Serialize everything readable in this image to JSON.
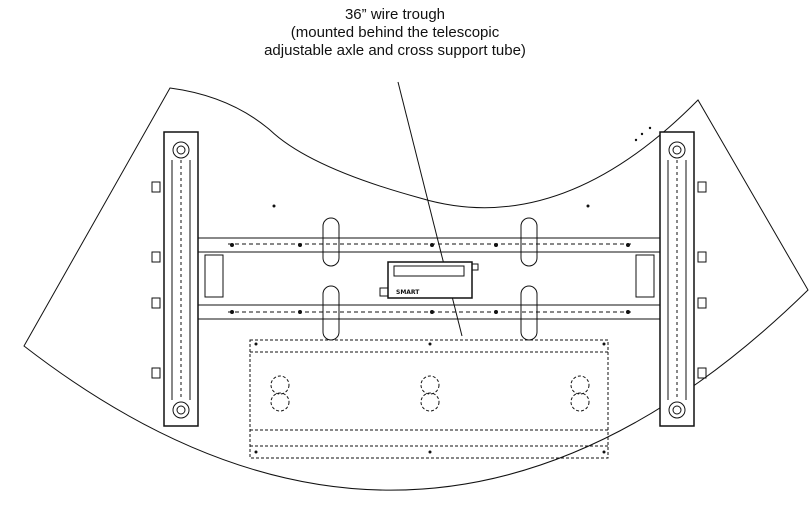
{
  "callout": {
    "line1": "36” wire trough",
    "line2": "(mounted behind the telescopic",
    "line3": "adjustable axle and cross support tube)"
  },
  "controller": {
    "label": "SMART"
  }
}
